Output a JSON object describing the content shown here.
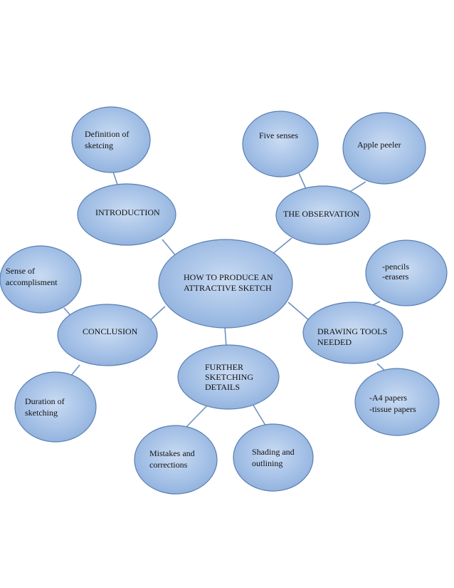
{
  "diagram": {
    "center": {
      "lines": [
        "HOW TO PRODUCE AN",
        "ATTRACTIVE SKETCH"
      ]
    },
    "topics": {
      "introduction": {
        "lines": [
          "INTRODUCTION"
        ]
      },
      "observation": {
        "lines": [
          "THE OBSERVATION"
        ]
      },
      "conclusion": {
        "lines": [
          "CONCLUSION"
        ]
      },
      "drawing_tools": {
        "lines": [
          "DRAWING TOOLS",
          "NEEDED"
        ]
      },
      "further_details": {
        "lines": [
          "FURTHER",
          "SKETCHING",
          "DETAILS"
        ]
      }
    },
    "subtopics": {
      "definition": {
        "lines": [
          "Definition of",
          "sketcing"
        ]
      },
      "five_senses": {
        "lines": [
          "Five senses"
        ]
      },
      "apple_peeler": {
        "lines": [
          "Apple peeler"
        ]
      },
      "sense_of_accomplishment": {
        "lines": [
          "Sense of",
          "accomplisment"
        ]
      },
      "duration": {
        "lines": [
          "Duration of",
          "sketching"
        ]
      },
      "pencils_erasers": {
        "lines": [
          "-pencils",
          "-erasers"
        ]
      },
      "papers": {
        "lines": [
          "-A4 papers",
          "-tissue papers"
        ]
      },
      "mistakes": {
        "lines": [
          "Mistakes and",
          "corrections"
        ]
      },
      "shading": {
        "lines": [
          "Shading and",
          "outlining"
        ]
      }
    }
  }
}
